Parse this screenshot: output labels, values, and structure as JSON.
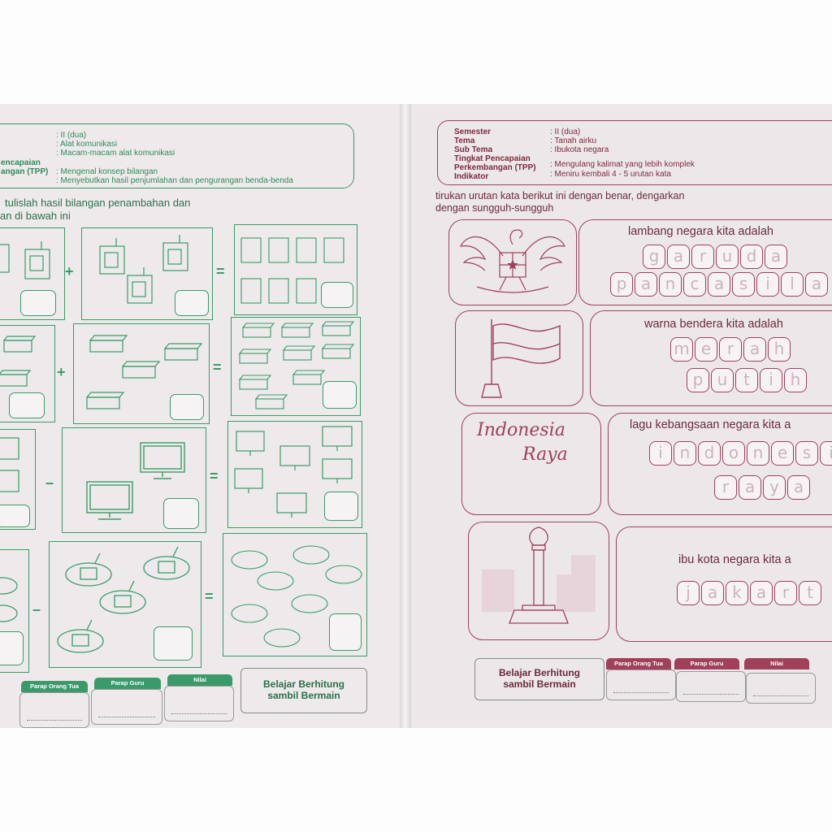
{
  "left_page": {
    "info": {
      "semester_value": ": II (dua)",
      "tema_value": ": Alat komunikasi",
      "subtema_value": ": Macam-macam alat komunikasi",
      "tpp_label_1": "encapaian",
      "tpp_label_2": "angan (TPP)",
      "tpp_value": ": Mengenal konsep bilangan",
      "indikator_value": ": Menyebutkan hasil penjumlahan dan pengurangan benda-benda"
    },
    "instruction_line1": "tulislah hasil bilangan penambahan dan",
    "instruction_line2": "an di bawah ini",
    "rows": [
      {
        "object": "telephone",
        "operator": "+",
        "equals": "="
      },
      {
        "object": "fax-machine",
        "operator": "+",
        "equals": "="
      },
      {
        "object": "monitor",
        "operator": "–",
        "equals": "="
      },
      {
        "object": "radio",
        "operator": "–",
        "equals": "="
      }
    ],
    "footer": {
      "tag_parent": "Parap Orang Tua",
      "tag_teacher": "Parap Guru",
      "tag_score": "Nilai",
      "title_line1": "Belajar Berhitung",
      "title_line2": "sambil Bermain"
    }
  },
  "right_page": {
    "info": {
      "semester_label": "Semester",
      "semester_value": ": II (dua)",
      "tema_label": "Tema",
      "tema_value": ": Tanah airku",
      "subtema_label": "Sub Tema",
      "subtema_value": ": Ibukota negara",
      "tpp_label_1": "Tingkat Pencapaian",
      "tpp_label_2": "Perkembangan (TPP)",
      "tpp_value": ": Mengulang kalimat yang lebih komplek",
      "indikator_label": "Indikator",
      "indikator_value": ": Meniru kembali 4 - 5 urutan kata"
    },
    "instruction_line1": "tirukan urutan kata berikut ini dengan benar, dengarkan",
    "instruction_line2": "dengan sungguh-sungguh",
    "items": [
      {
        "sentence": "lambang negara kita adalah",
        "word1": [
          "g",
          "a",
          "r",
          "u",
          "d",
          "a"
        ],
        "word2": [
          "p",
          "a",
          "n",
          "c",
          "a",
          "s",
          "i",
          "l",
          "a"
        ]
      },
      {
        "sentence": "warna bendera kita adalah",
        "word1": [
          "m",
          "e",
          "r",
          "a",
          "h"
        ],
        "word2": [
          "p",
          "u",
          "t",
          "i",
          "h"
        ]
      },
      {
        "sentence": "lagu kebangsaan negara kita a",
        "word1": [
          "i",
          "n",
          "d",
          "o",
          "n",
          "e",
          "s",
          "i"
        ],
        "word2": [
          "r",
          "a",
          "y",
          "a"
        ]
      },
      {
        "sentence": "ibu kota negara kita a",
        "word1": [
          "j",
          "a",
          "k",
          "a",
          "r",
          "t"
        ],
        "word2": []
      }
    ],
    "anthem_title_1": "Indonesia",
    "anthem_title_2": "Raya",
    "footer": {
      "title_line1": "Belajar Berhitung",
      "title_line2": "sambil Bermain",
      "tag_parent": "Parap Orang Tua",
      "tag_teacher": "Parap Guru",
      "tag_score": "Nilai"
    }
  },
  "colors": {
    "green": "#3a9a6a",
    "maroon": "#a0405a",
    "paper": "#eeeaec"
  }
}
